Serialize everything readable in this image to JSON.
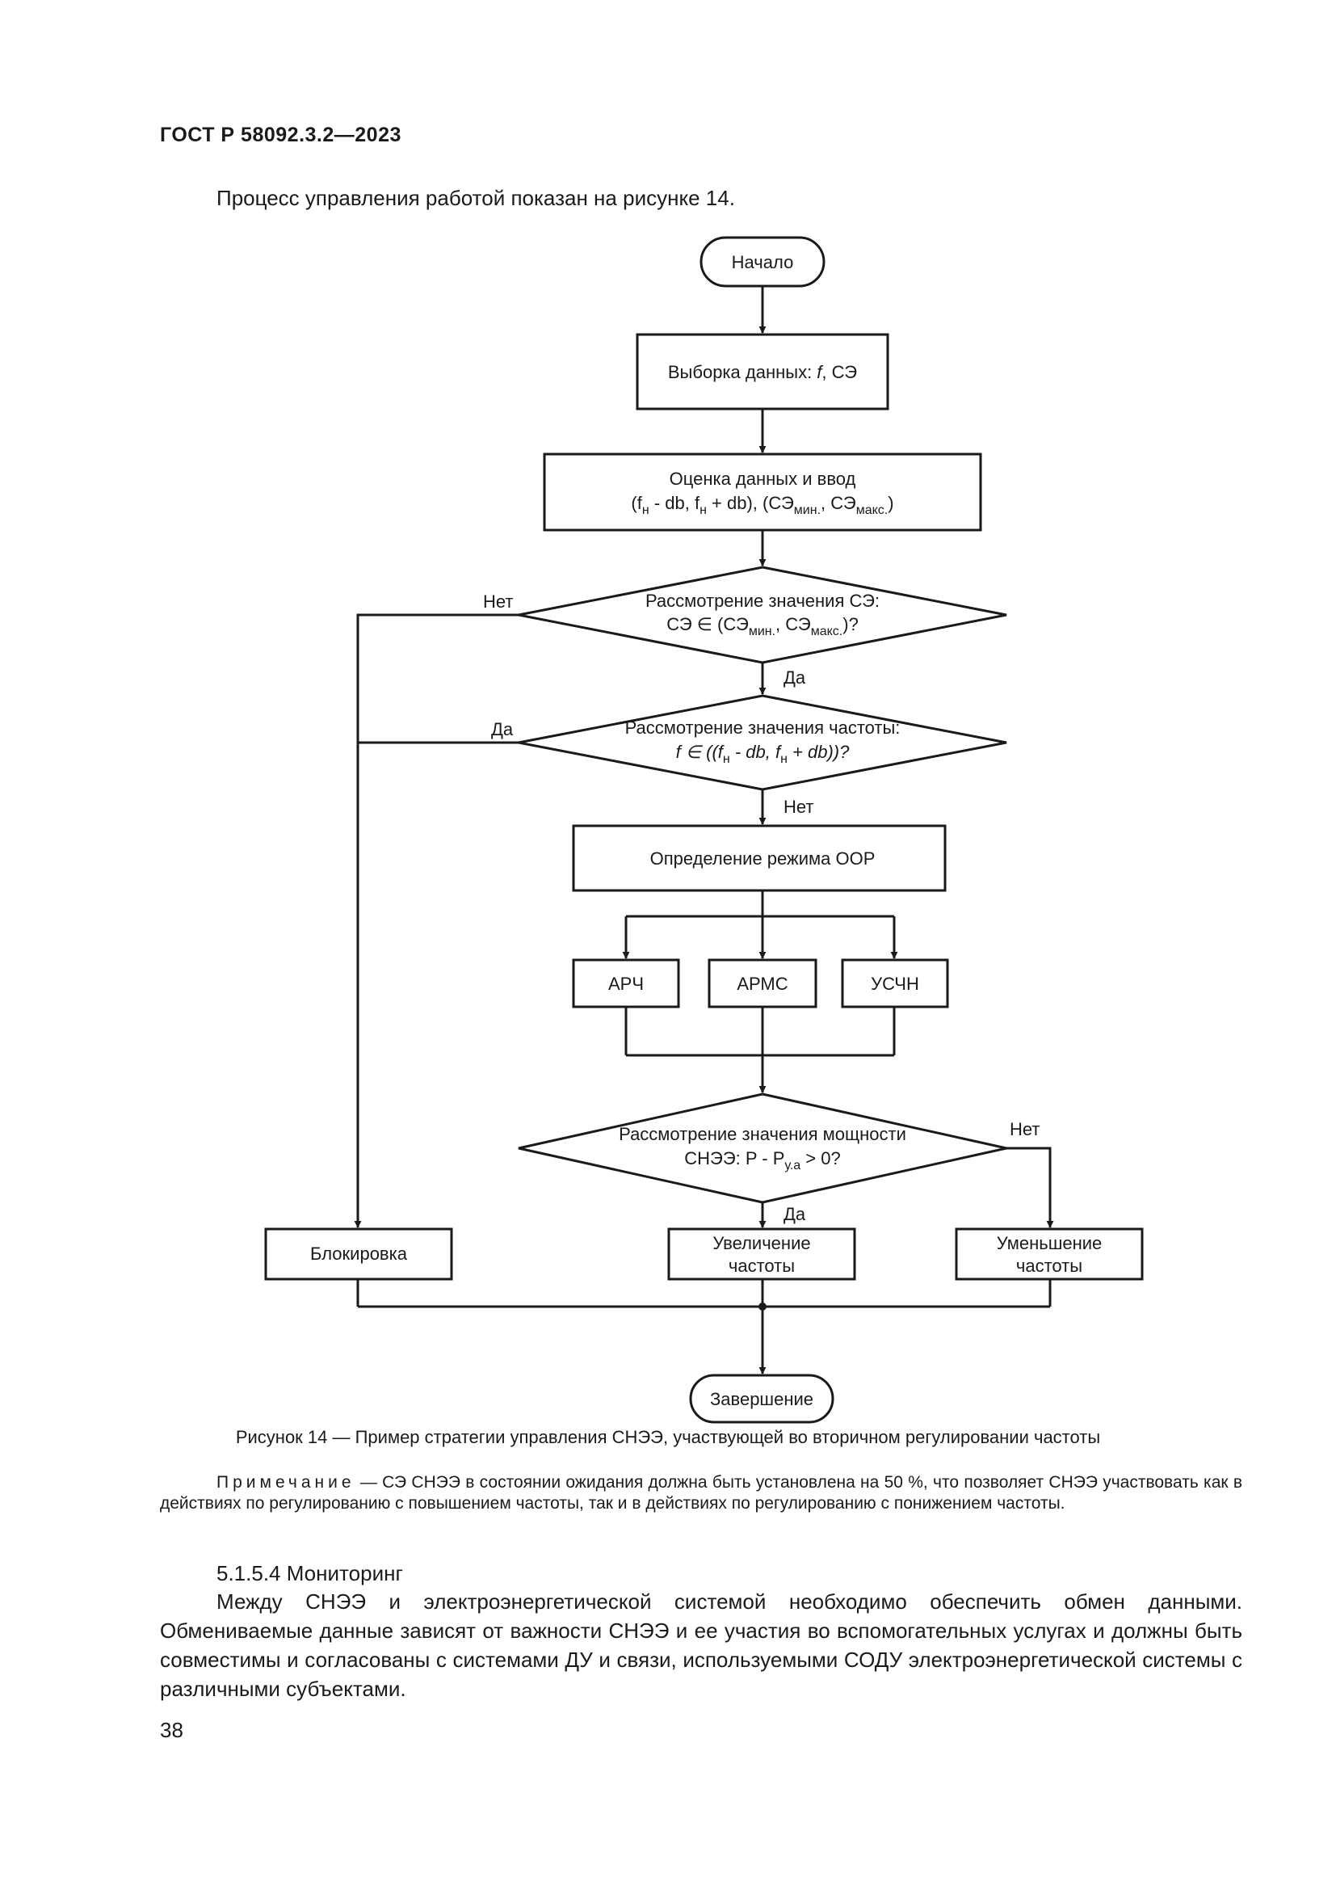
{
  "header": {
    "doc_id": "ГОСТ Р 58092.3.2—2023"
  },
  "intro": "Процесс управления работой показан на рисунке 14.",
  "flowchart": {
    "start": "Начало",
    "sample_data": {
      "prefix": "Выборка данных: ",
      "f": "f",
      "suffix": ", СЭ"
    },
    "evaluate": {
      "line1": "Оценка данных и ввод",
      "l2_a": "(f",
      "l2_a_sub": "н",
      "l2_b": " - db, f",
      "l2_b_sub": "н",
      "l2_c": " + db), (СЭ",
      "l2_c_sub": "мин.",
      "l2_d": ", СЭ",
      "l2_d_sub": "макс.",
      "l2_e": ")"
    },
    "decision_soc": {
      "line1": "Рассмотрение значения СЭ:",
      "l2_a": "СЭ ∈ (СЭ",
      "l2_a_sub": "мин.",
      "l2_b": ", СЭ",
      "l2_b_sub": "макс.",
      "l2_c": ")?",
      "no_label": "Нет",
      "yes_label": "Да"
    },
    "decision_freq": {
      "line1": "Рассмотрение значения частоты:",
      "l2_a": "f ∈ ((f",
      "l2_a_sub": "н",
      "l2_b": " - db, f",
      "l2_b_sub": "н",
      "l2_c": " + db))?",
      "yes_label": "Да",
      "no_label": "Нет"
    },
    "mode": "Определение режима ООР",
    "modes": [
      "АРЧ",
      "АРМС",
      "УСЧН"
    ],
    "decision_power": {
      "line1": "Рассмотрение значения мощности",
      "l2_a": "СНЭЭ: P - P",
      "l2_a_sub": "у.а",
      "l2_b": " > 0?",
      "no_label": "Нет",
      "yes_label": "Да"
    },
    "block": "Блокировка",
    "increase": [
      "Увеличение",
      "частоты"
    ],
    "decrease": [
      "Уменьшение",
      "частоты"
    ],
    "end": "Завершение"
  },
  "caption": "Рисунок 14 — Пример стратегии управления СНЭЭ, участвующей во вторичном регулировании частоты",
  "note": {
    "label": "Примечание",
    "text": " — СЭ СНЭЭ в состоянии ожидания должна быть установлена на 50 %, что позволяет СНЭЭ участвовать как в действиях по регулированию с повышением частоты, так и в действиях по регулированию с понижением частоты."
  },
  "section_heading": "5.1.5.4 Мониторинг",
  "paragraph": "Между СНЭЭ и электроэнергетической системой необходимо обеспечить обмен данными. Обмениваемые данные зависят от важности СНЭЭ и ее участия во вспомогательных услугах и должны быть совместимы и согласованы с системами ДУ и связи, используемыми СОДУ электроэнергетической системы с различными субъектами.",
  "page_number": "38"
}
